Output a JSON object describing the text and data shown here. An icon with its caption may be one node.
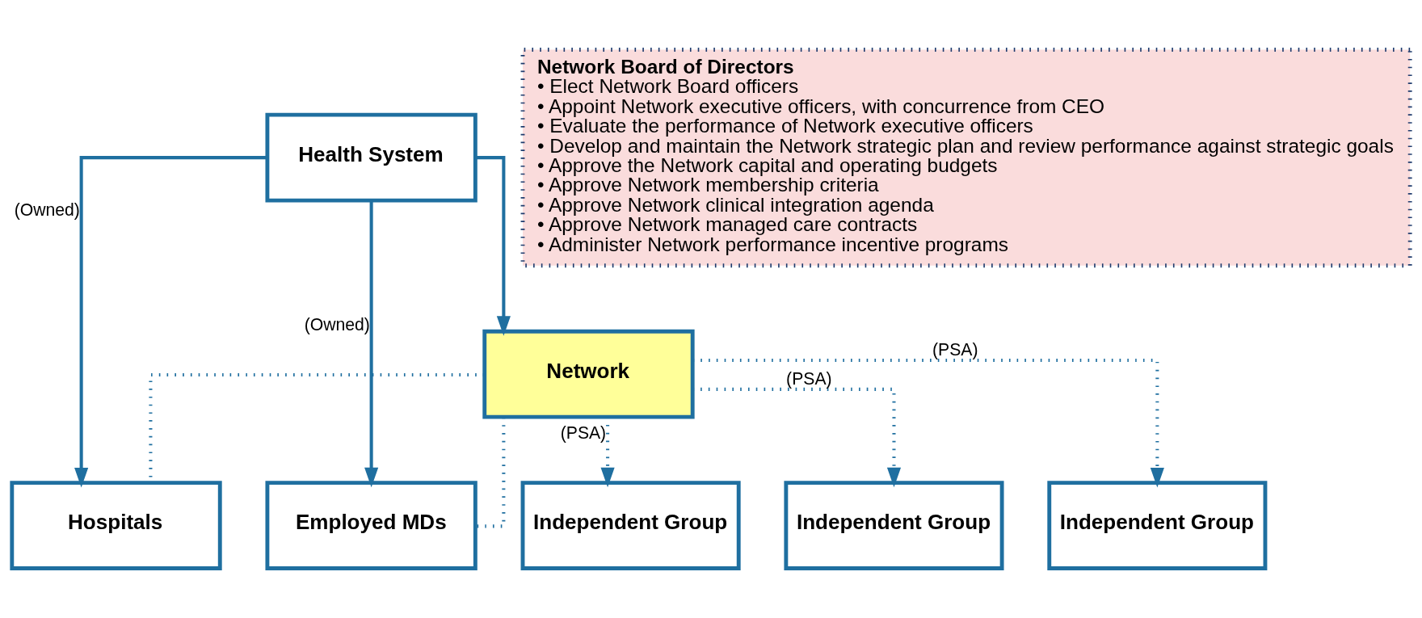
{
  "diagram": {
    "nodes": [
      {
        "text": [
          "Health System"
        ]
      },
      {
        "text": [
          "Network"
        ]
      },
      {
        "text": [
          "Hospitals"
        ]
      },
      {
        "text": [
          "Employed MDs"
        ]
      },
      {
        "text": [
          "Independent Group"
        ]
      },
      {
        "text": [
          "Independent Group"
        ]
      },
      {
        "text": [
          "Independent Group"
        ]
      },
      {
        "text": [
          "Network Board of Directors",
          "• Elect Network Board officers",
          "• Appoint Network executive officers, with concurrence from CEO",
          "• Evaluate the performance of Network executive officers",
          "• Develop and maintain the Network strategic plan and review performance against strategic goals",
          "• Approve the Network capital and operating budgets",
          "• Approve Network membership criteria",
          "• Approve Network clinical integration agenda",
          "• Approve Network managed care contracts",
          "• Administer Network performance incentive programs"
        ]
      }
    ],
    "edges": [
      {
        "from": 0,
        "to": 2,
        "arrow": "to",
        "label": "(Owned)"
      },
      {
        "from": 0,
        "to": 3,
        "arrow": "to",
        "label": "(Owned)"
      },
      {
        "from": 0,
        "to": 1,
        "arrow": "to"
      },
      {
        "from": 1,
        "to": 2,
        "arrow": "none",
        "style": "dashed"
      },
      {
        "from": 1,
        "to": 3,
        "arrow": "none",
        "style": "dashed"
      },
      {
        "from": 1,
        "to": 4,
        "arrow": "to",
        "style": "dashed",
        "label": "(PSA)"
      },
      {
        "from": 1,
        "to": 5,
        "arrow": "to",
        "style": "dashed",
        "label": "(PSA)"
      },
      {
        "from": 1,
        "to": 6,
        "arrow": "to",
        "style": "dashed",
        "label": "(PSA)"
      }
    ]
  }
}
